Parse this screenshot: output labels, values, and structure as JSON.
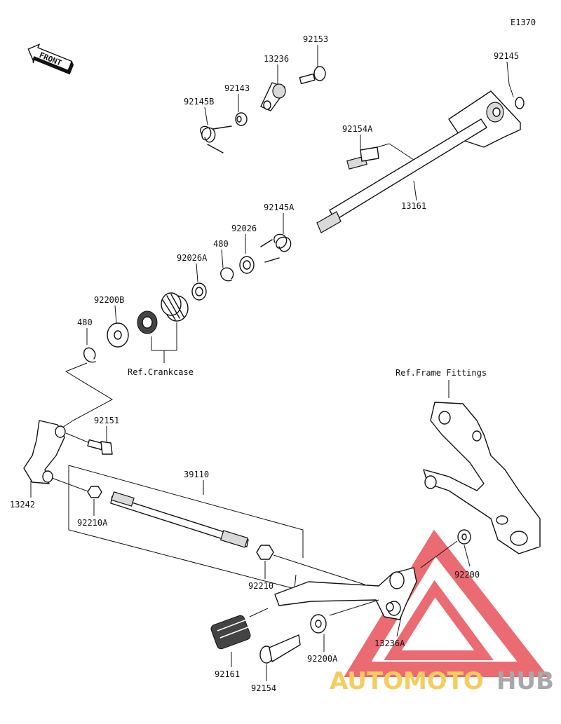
{
  "diagram": {
    "code": "E1370",
    "front_label": "FRONT",
    "ref_crankcase": "Ref.Crankcase",
    "ref_frame_fittings": "Ref.Frame Fittings",
    "parts": [
      {
        "id": "p92153",
        "label": "92153"
      },
      {
        "id": "p13236",
        "label": "13236"
      },
      {
        "id": "p92145",
        "label": "92145"
      },
      {
        "id": "p92143",
        "label": "92143"
      },
      {
        "id": "p92145B",
        "label": "92145B"
      },
      {
        "id": "p92154A",
        "label": "92154A"
      },
      {
        "id": "p13161",
        "label": "13161"
      },
      {
        "id": "p92145A",
        "label": "92145A"
      },
      {
        "id": "p92026",
        "label": "92026"
      },
      {
        "id": "p480a",
        "label": "480"
      },
      {
        "id": "p92026A",
        "label": "92026A"
      },
      {
        "id": "p92200B",
        "label": "92200B"
      },
      {
        "id": "p480b",
        "label": "480"
      },
      {
        "id": "p92151",
        "label": "92151"
      },
      {
        "id": "p39110",
        "label": "39110"
      },
      {
        "id": "p13242",
        "label": "13242"
      },
      {
        "id": "p92210A",
        "label": "92210A"
      },
      {
        "id": "p92210",
        "label": "92210"
      },
      {
        "id": "p92200",
        "label": "92200"
      },
      {
        "id": "p13236A",
        "label": "13236A"
      },
      {
        "id": "p92161",
        "label": "92161"
      },
      {
        "id": "p92200A",
        "label": "92200A"
      },
      {
        "id": "p92154",
        "label": "92154"
      }
    ]
  },
  "watermark": {
    "text_left": "AUTOMOTO",
    "text_right": "HUB",
    "color_left": "#f4c542",
    "color_right": "#9a9a9a",
    "triangle_color": "#e8525a"
  }
}
